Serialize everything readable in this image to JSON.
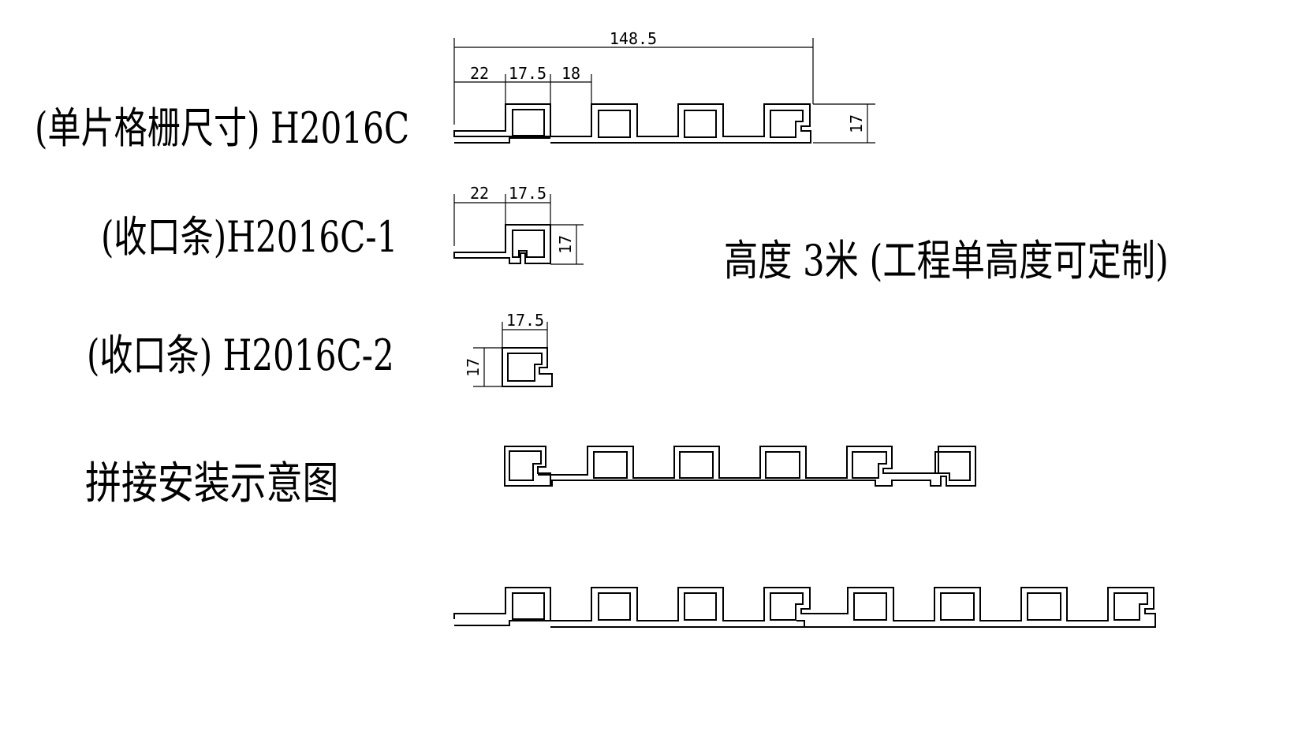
{
  "labels": {
    "h2016c": "(单片格栅尺寸) H2016C",
    "h2016c1": "(收口条)H2016C-1",
    "h2016c2": "(收口条) H2016C-2",
    "assembly": "拼接安装示意图",
    "height_note": "高度  3米 (工程单高度可定制)"
  },
  "dimensions": {
    "total_width": "148.5",
    "flange": "22",
    "box": "17.5",
    "gap": "18",
    "height": "17"
  }
}
